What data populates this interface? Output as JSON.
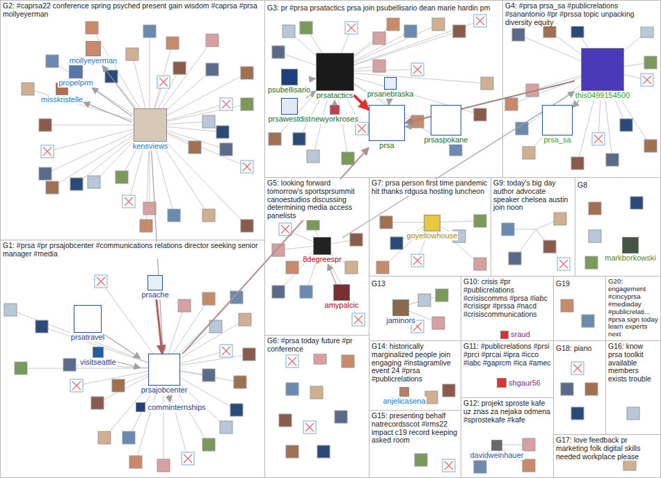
{
  "diagram": {
    "nodes": [
      {
        "text": [
          "G2: #caprsa22 conference spring psyched present gain wisdom #caprsa #prsa mollyeyerman"
        ]
      },
      {
        "text": [
          "mollyeyerman"
        ],
        "in": 0
      },
      {
        "text": [
          "propelprm"
        ],
        "in": 0
      },
      {
        "text": [
          "misskristelle"
        ],
        "in": 0
      },
      {
        "text": [
          "kensviews"
        ],
        "in": 0
      },
      {
        "text": [
          "G3: pr #prsa prsatactics prsa join psubellisario dean marie hardin pm"
        ]
      },
      {
        "text": [
          "psubellisario"
        ],
        "in": 5
      },
      {
        "text": [
          "prsatactics"
        ],
        "in": 5
      },
      {
        "text": [
          "prsanebraska"
        ],
        "in": 5
      },
      {
        "text": [
          "prsawestdist"
        ],
        "in": 5
      },
      {
        "text": [
          "newyorkroses"
        ],
        "in": 5
      },
      {
        "text": [
          "prsa"
        ],
        "in": 5
      },
      {
        "text": [
          "prsaspokane"
        ],
        "in": 5
      },
      {
        "text": [
          "G4: #prsa prsa_sa #publicrelations #sanantonio #pr #prssa topic unpacking diversity equity"
        ]
      },
      {
        "text": [
          "this0499154500"
        ],
        "in": 13
      },
      {
        "text": [
          "prsa_sa"
        ],
        "in": 13
      },
      {
        "text": [
          "G5: looking forward tomorrow's sportsprsummit canoestudios discussing determining media access panelists"
        ]
      },
      {
        "text": [
          "8degreespr"
        ],
        "in": 16
      },
      {
        "text": [
          "amypalcic"
        ],
        "in": 16
      },
      {
        "text": [
          "G7: prsa person first time pandemic hit thanks rdgusa hosting luncheon"
        ]
      },
      {
        "text": [
          "goyellowhouse"
        ],
        "in": 19
      },
      {
        "text": [
          "G9: today's big day author advocate speaker chelsea austin join noon"
        ]
      },
      {
        "text": [
          "G8"
        ]
      },
      {
        "text": [
          "markborkowski"
        ],
        "in": 22
      },
      {
        "text": [
          "G1: #prsa #pr prsajobcenter #communications relations director seeking senior manager #media"
        ]
      },
      {
        "text": [
          "prsatravel"
        ],
        "in": 24
      },
      {
        "text": [
          "prsache"
        ],
        "in": 24
      },
      {
        "text": [
          "visitseattle"
        ],
        "in": 24
      },
      {
        "text": [
          "prsajobcenter"
        ],
        "in": 24
      },
      {
        "text": [
          "comminternships"
        ],
        "in": 24
      },
      {
        "text": [
          "G13"
        ]
      },
      {
        "text": [
          "jaminors"
        ],
        "in": 30
      },
      {
        "text": [
          "G10: crisis #pr #publicrelations #crisiscomms #prsa #iabc #crisispr #prssa #nacd #crisiscommunications"
        ]
      },
      {
        "text": [
          "sraud"
        ],
        "in": 32
      },
      {
        "text": [
          "G19"
        ]
      },
      {
        "text": [
          "G20: engagement #cincyprsa #mediaday #publicrelati... #prsa sign today learn experts next"
        ]
      },
      {
        "text": [
          "G6: #prsa today future #pr conference"
        ]
      },
      {
        "text": [
          "G14: historically marginalized people join engaging #instagramlive event 24 #prsa #publicrelations"
        ]
      },
      {
        "text": [
          "anjelicasena"
        ],
        "in": 37
      },
      {
        "text": [
          "G11: #publicrelations #prsi #prci #prcai #ipra #icco #iabc #gaprcm #ica #amec"
        ]
      },
      {
        "text": [
          "shgaur56"
        ],
        "in": 39
      },
      {
        "text": [
          "G18: piano"
        ]
      },
      {
        "text": [
          "G16: know prsa toolkit available members exists trouble"
        ]
      },
      {
        "text": [
          "G15: presenting behalf natrecordsscot #irms22 impact c19 record keeping asked room"
        ]
      },
      {
        "text": [
          "G12: projekt sproste kafe uz znas za nejaka odmena #sprostekafe #kafe"
        ]
      },
      {
        "text": [
          "davidweinhauer"
        ],
        "in": 44
      },
      {
        "text": [
          "G17: love feedback pr marketing folk digital skills needed workplace please"
        ]
      }
    ],
    "edges": [
      {
        "from": 4,
        "to": 1,
        "arrow": "to"
      },
      {
        "from": 4,
        "to": 2,
        "arrow": "to"
      },
      {
        "from": 4,
        "to": 3,
        "arrow": "to"
      },
      {
        "from": 4,
        "to": 28,
        "arrow": "to"
      },
      {
        "from": 7,
        "to": 11,
        "arrow": "to"
      },
      {
        "from": 6,
        "to": 7,
        "arrow": "to"
      },
      {
        "from": 9,
        "to": 7,
        "arrow": "to"
      },
      {
        "from": 10,
        "to": 7,
        "arrow": "to"
      },
      {
        "from": 8,
        "to": 11,
        "arrow": "to"
      },
      {
        "from": 12,
        "to": 11,
        "arrow": "to"
      },
      {
        "from": 14,
        "to": 11,
        "arrow": "to"
      },
      {
        "from": 14,
        "to": 15,
        "arrow": "to"
      },
      {
        "from": 28,
        "to": 11,
        "arrow": "to"
      },
      {
        "from": 25,
        "to": 28,
        "arrow": "to"
      },
      {
        "from": 26,
        "to": 28,
        "arrow": "to"
      },
      {
        "from": 27,
        "to": 28,
        "arrow": "to"
      },
      {
        "from": 28,
        "to": 29,
        "arrow": "to"
      },
      {
        "from": 18,
        "to": 17,
        "arrow": "to"
      },
      {
        "from": 17,
        "to": 14,
        "arrow": "to"
      }
    ]
  }
}
